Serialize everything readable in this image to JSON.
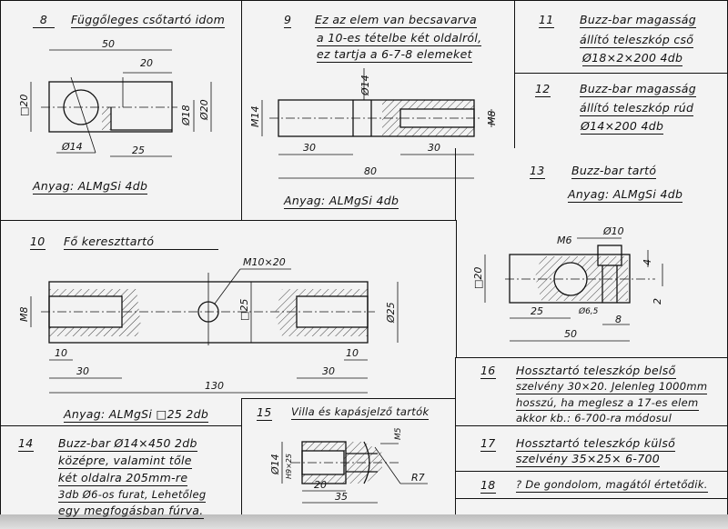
{
  "parts": {
    "p8": {
      "number": "8",
      "title": "Függőleges csőtartó idom",
      "material": "Anyag: ALMgSi  4db",
      "dims": {
        "d50": "50",
        "d20": "20",
        "sq20": "□20",
        "d18": "Ø18",
        "dia20": "Ø20",
        "d14": "Ø14",
        "d25": "25"
      }
    },
    "p9": {
      "number": "9",
      "lines": [
        "Ez az elem van becsavarva",
        "a 10-es tételbe két oldalról,",
        "ez tartja a 6-7-8 elemeket"
      ],
      "material": "Anyag: ALMgSi  4db",
      "dims": {
        "m14": "M14",
        "d14": "Ø14",
        "m8": "M8",
        "d30a": "30",
        "d30b": "30",
        "d80": "80"
      }
    },
    "p10": {
      "number": "10",
      "title": "Fő kereszttartó",
      "material": "Anyag: ALMgSi □25 2db",
      "dims": {
        "m10": "M10×20",
        "m8": "M8",
        "sq25": "□25",
        "d25": "Ø25",
        "d10a": "10",
        "d30a": "30",
        "d130": "130",
        "d10b": "10",
        "d30b": "30"
      }
    },
    "p11": {
      "number": "11",
      "lines": [
        "Buzz-bar magasság",
        "állító teleszkóp cső",
        "Ø18×2×200  4db"
      ]
    },
    "p12": {
      "number": "12",
      "lines": [
        "Buzz-bar magasság",
        "állító teleszkóp rúd",
        "Ø14×200  4db"
      ]
    },
    "p13": {
      "number": "13",
      "title": "Buzz-bar tartó",
      "material": "Anyag: ALMgSi  4db",
      "dims": {
        "m6": "M6",
        "d10": "Ø10",
        "sq20": "□20",
        "d4": "4",
        "d2": "2",
        "d25": "25",
        "d65": "Ø6,5",
        "d8": "8",
        "d50": "50"
      }
    },
    "p14": {
      "number": "14",
      "lines": [
        "Buzz-bar Ø14×450  2db",
        "középre, valamint tőle",
        "két oldalra 205mm-re",
        "3db Ø6-os furat, Lehetőleg",
        "egy megfogásban fúrva."
      ]
    },
    "p15": {
      "number": "15",
      "title": "Villa és kapásjelző tartók",
      "dims": {
        "d14": "Ø14",
        "h9": "H9×25",
        "m5": "M5",
        "r7": "R7",
        "d20": "20",
        "d35": "35"
      }
    },
    "p16": {
      "number": "16",
      "lines": [
        "Hossztartó teleszkóp belső",
        "szelvény 30×20. Jelenleg 1000mm",
        "hosszú, ha meglesz a 17-es elem",
        "akkor kb.: 6-700-ra módosul"
      ]
    },
    "p17": {
      "number": "17",
      "lines": [
        "Hossztartó teleszkóp külső",
        "szelvény 35×25× 6-700"
      ]
    },
    "p18": {
      "number": "18",
      "lines": [
        "? De gondolom, magától értetődik."
      ]
    }
  }
}
